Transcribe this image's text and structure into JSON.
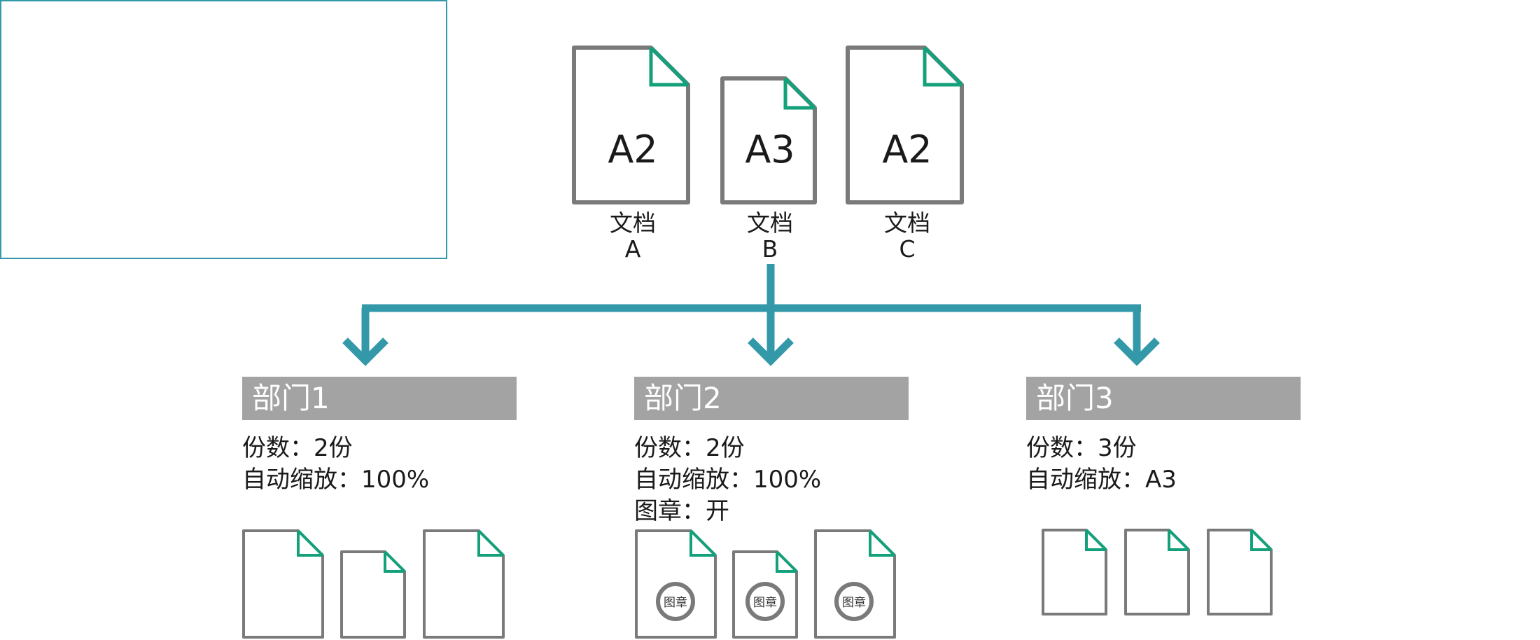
{
  "colors": {
    "frame": "#3399a8",
    "arrow": "#3399a8",
    "doc_outline": "#7a7a7a",
    "doc_corner": "#13a07a",
    "dept_bar": "#a3a3a3",
    "stamp": "#7a7a7a"
  },
  "source": {
    "documents": [
      {
        "size_label": "A2",
        "caption_line1": "文档",
        "caption_line2": "A"
      },
      {
        "size_label": "A3",
        "caption_line1": "文档",
        "caption_line2": "B"
      },
      {
        "size_label": "A2",
        "caption_line1": "文档",
        "caption_line2": "C"
      }
    ]
  },
  "departments": [
    {
      "name": "部门1",
      "lines": [
        "份数：2份",
        "自动缩放：100%"
      ],
      "stamp_label": ""
    },
    {
      "name": "部门2",
      "lines": [
        "份数：2份",
        "自动缩放：100%",
        "图章：开"
      ],
      "stamp_label": "图章"
    },
    {
      "name": "部门3",
      "lines": [
        "份数：3份",
        "自动缩放：A3"
      ],
      "stamp_label": ""
    }
  ]
}
